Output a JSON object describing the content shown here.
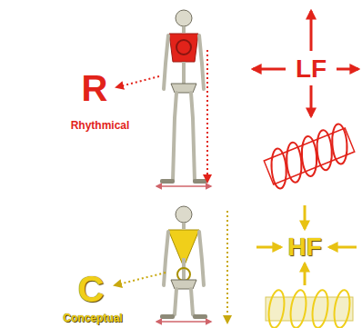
{
  "diagram": {
    "labels": [
      "R",
      "Rhythmical",
      "LF",
      "C",
      "Conceptual",
      "HF"
    ]
  }
}
